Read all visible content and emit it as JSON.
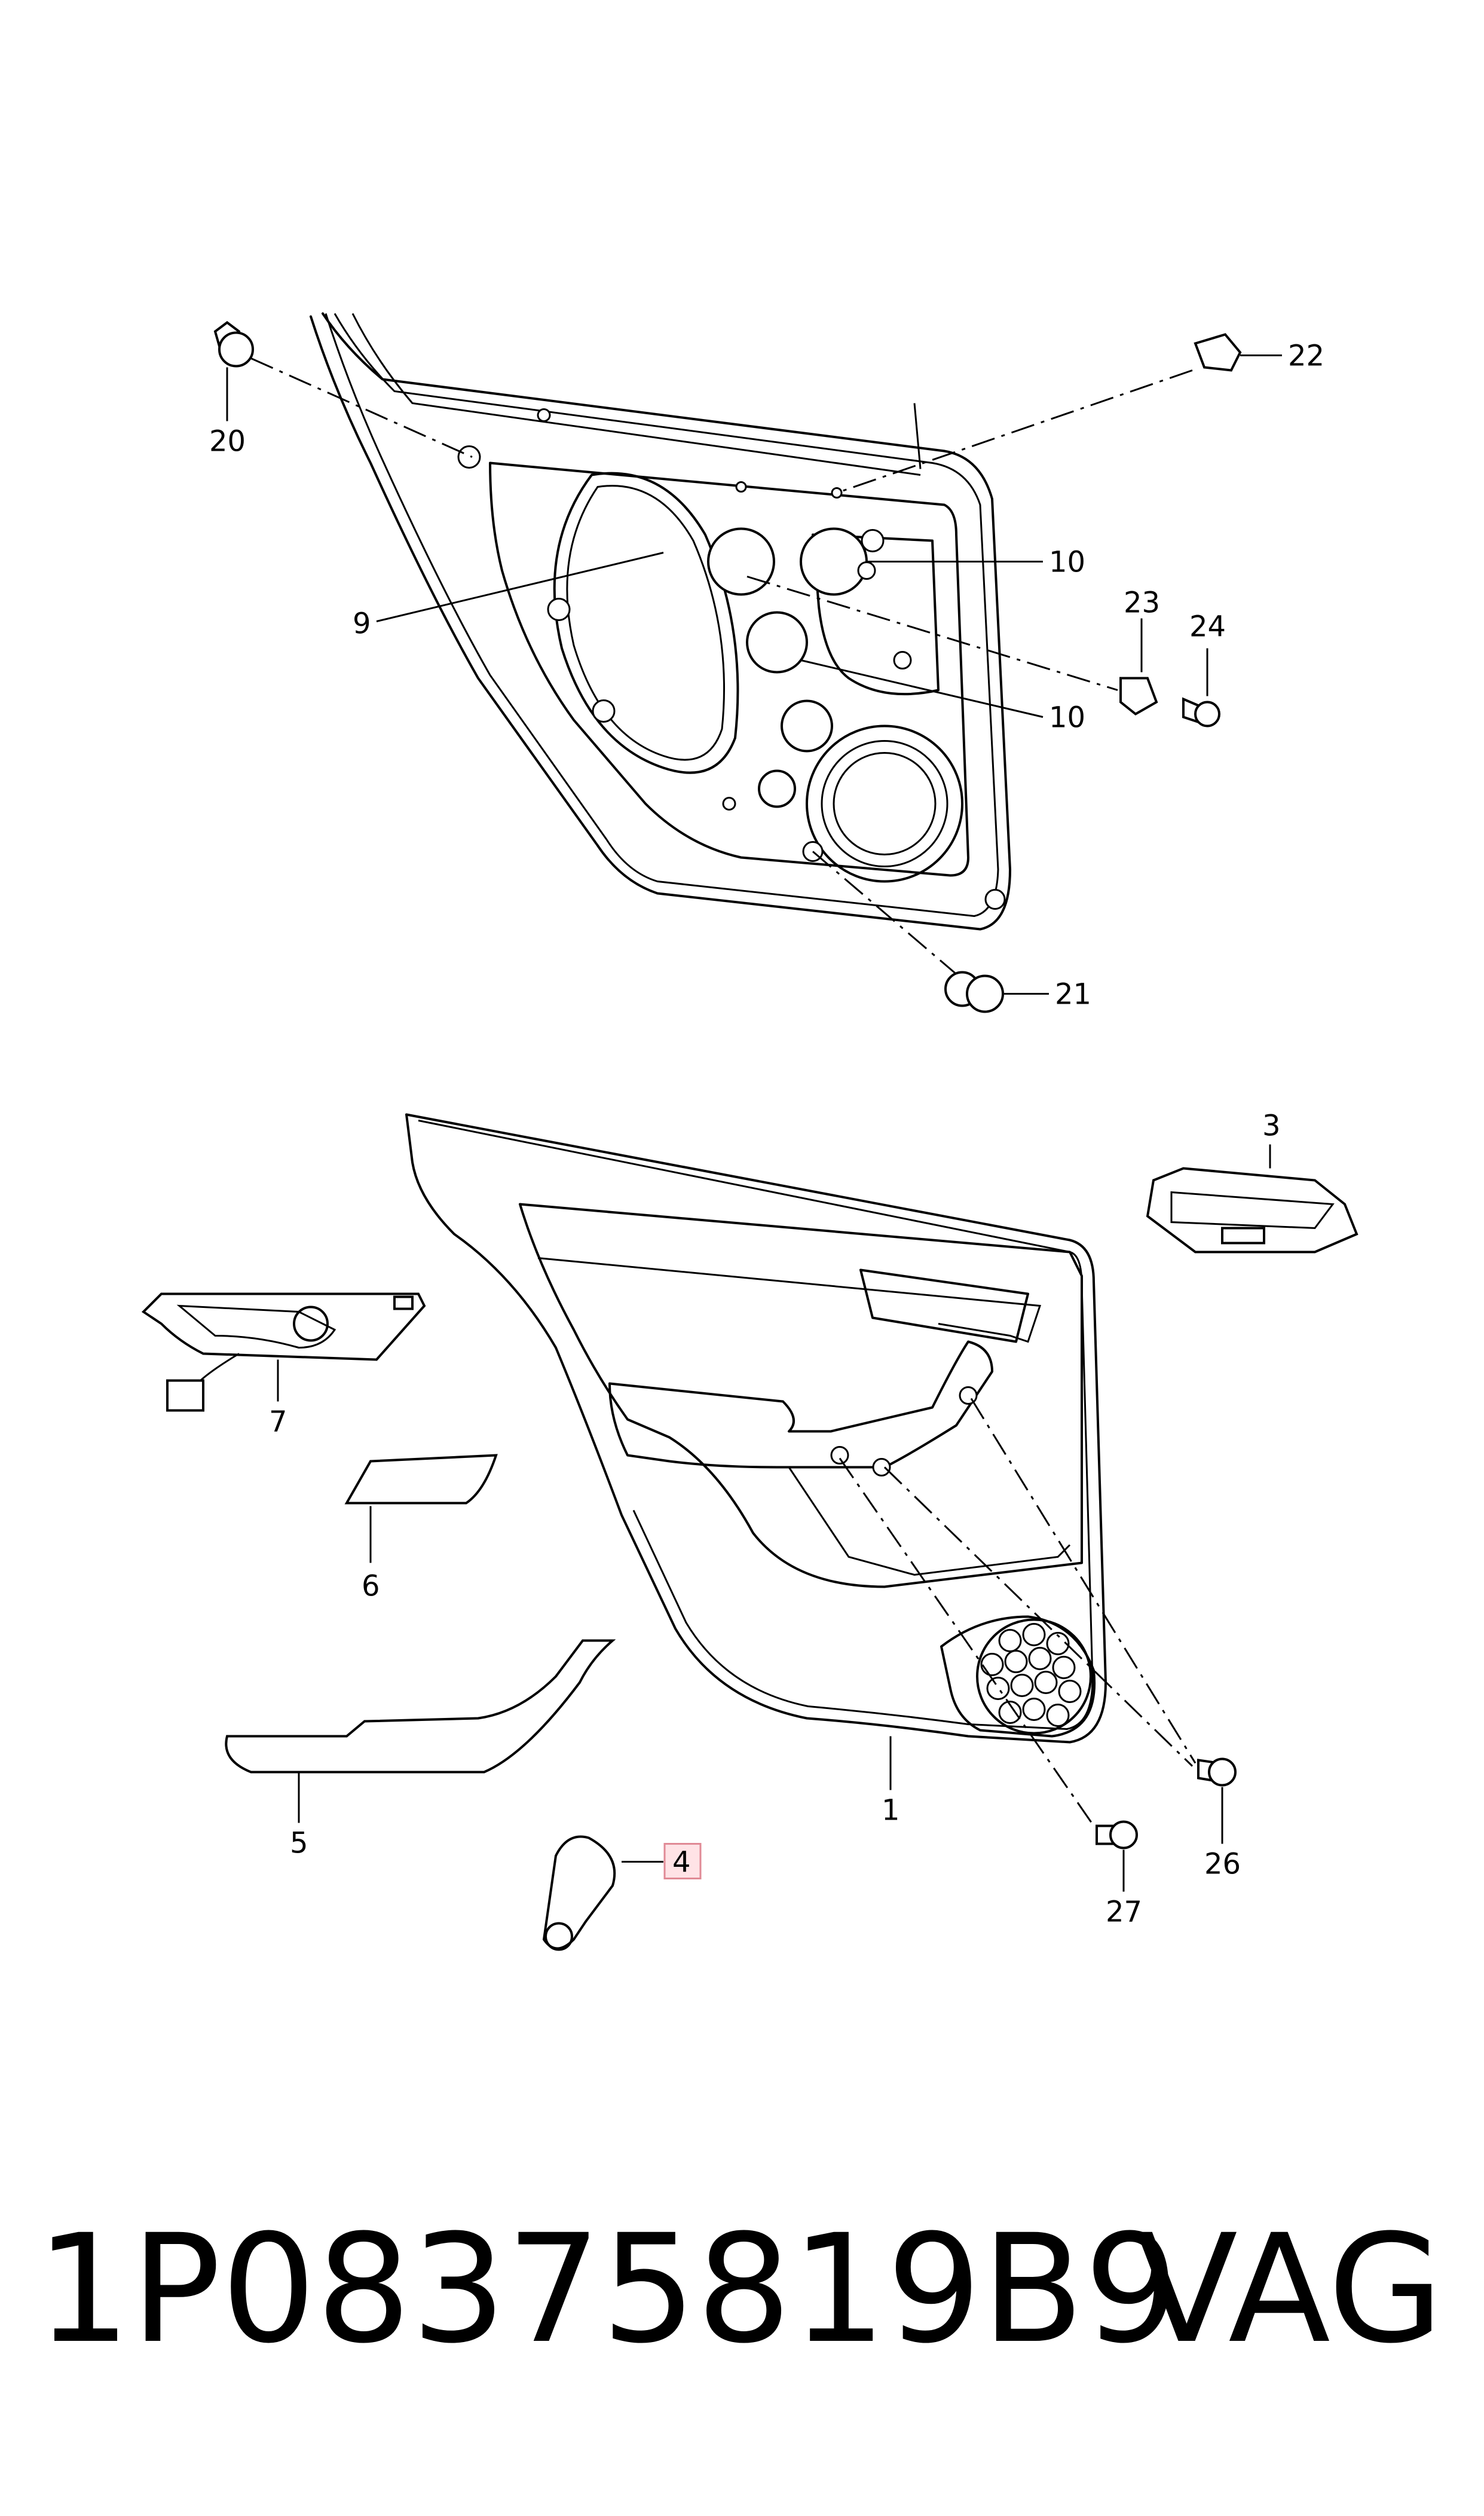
{
  "callouts": [
    {
      "id": "20",
      "label": "20"
    },
    {
      "id": "22",
      "label": "22"
    },
    {
      "id": "10a",
      "label": "10"
    },
    {
      "id": "9",
      "label": "9"
    },
    {
      "id": "23",
      "label": "23"
    },
    {
      "id": "24",
      "label": "24"
    },
    {
      "id": "10b",
      "label": "10"
    },
    {
      "id": "21",
      "label": "21"
    },
    {
      "id": "3",
      "label": "3"
    },
    {
      "id": "7",
      "label": "7"
    },
    {
      "id": "6",
      "label": "6"
    },
    {
      "id": "5",
      "label": "5"
    },
    {
      "id": "1",
      "label": "1"
    },
    {
      "id": "4",
      "label": "4",
      "highlighted": true
    },
    {
      "id": "26",
      "label": "26"
    },
    {
      "id": "27",
      "label": "27"
    }
  ],
  "footer": {
    "part_number": "1P08375819B9",
    "brand": "VAG"
  },
  "colors": {
    "line": "#000000",
    "highlight_fill": "#ffe3e6",
    "highlight_stroke": "#e08a95"
  }
}
